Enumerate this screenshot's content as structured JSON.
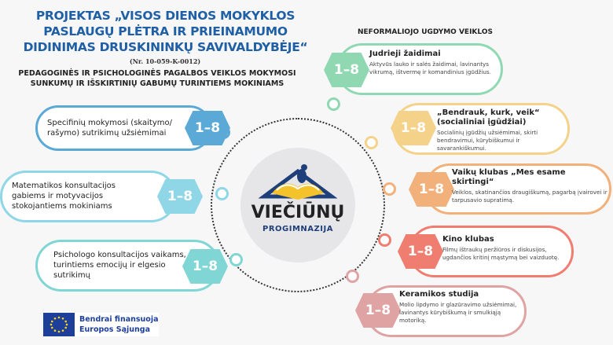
{
  "header": {
    "title": "PROJEKTAS „VISOS DIENOS MOKYKLOS PASLAUGŲ PLĖTRA IR PRIEINAMUMO DIDINIMAS DRUSKININKŲ SAVIVALDYBĖJE“",
    "number": "(Nr. 10-059-K-0012)"
  },
  "left": {
    "heading": "PEDAGOGINĖS IR PSICHOLOGINĖS PAGALBOS VEIKLOS MOKYMOSI SUNKUMŲ IR IŠSKIRTINIŲ GABUMŲ TURINTIEMS MOKINIAMS",
    "items": [
      {
        "text": "Specifinių mokymosi (skaitymo/ rašymo) sutrikimų užsiėmimai",
        "grades": "1–8",
        "color": "#5aa9d6"
      },
      {
        "text": "Matematikos konsultacijos gabiems ir motyvacijos stokojantiems mokiniams",
        "grades": "1–8",
        "color": "#8fd6e6"
      },
      {
        "text": "Psichologo konsultacijos vaikams, turintiems emocijų ir elgesio sutrikimų",
        "grades": "1–8",
        "color": "#7fd6d4"
      }
    ]
  },
  "right": {
    "heading": "NEFORMALIOJO UGDYMO VEIKLOS",
    "items": [
      {
        "title": "Judrieji žaidimai",
        "desc": "Aktyvūs lauko ir salės žaidimai, lavinantys vikrumą, ištvermę ir komandinius įgūdžius.",
        "grades": "1–8",
        "color": "#8fd8b2"
      },
      {
        "title": "„Bendrauk, kurk, veik“ (socialiniai įgūdžiai)",
        "desc": "Socialinių įgūdžių užsiėmimai, skirti bendravimui, kūrybiškumui ir savarankiškumui.",
        "grades": "1–8",
        "color": "#f4d28a"
      },
      {
        "title": "Vaikų klubas „Mes esame skirtingi“",
        "desc": "Veiklos, skatinančios draugiškumą, pagarbą įvairovei ir tarpusavio supratimą.",
        "grades": "1–8",
        "color": "#f2b07a"
      },
      {
        "title": "Kino klubas",
        "desc": "Filmų ištraukų peržiūros ir diskusijos, ugdančios kritinį mąstymą bei vaizduotę.",
        "grades": "1–8",
        "color": "#ef7d70"
      },
      {
        "title": "Keramikos studija",
        "desc": "Molio lipdymo ir glazūravimo užsiėmimai, lavinantys kūrybiškumą ir smulkiąją motoriką.",
        "grades": "1–8",
        "color": "#e0a3a3"
      }
    ]
  },
  "logo": {
    "name": "VIEČIŪNŲ",
    "sub": "PROGIMNAZIJA"
  },
  "eu": {
    "line1": "Bendrai finansuoja",
    "line2": "Europos Sąjunga"
  }
}
